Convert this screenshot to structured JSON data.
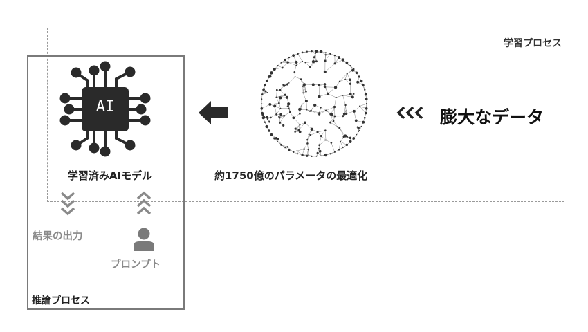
{
  "learning_process": {
    "label": "学習プロセス"
  },
  "inference_process": {
    "label": "推論プロセス"
  },
  "model": {
    "chip_text": "AI",
    "label": "学習済みAIモデル"
  },
  "network": {
    "label": "約1750億のパラメータの最適化"
  },
  "data": {
    "label": "膨大なデータ"
  },
  "output": {
    "label": "結果の出力"
  },
  "prompt": {
    "label": "プロンプト"
  }
}
